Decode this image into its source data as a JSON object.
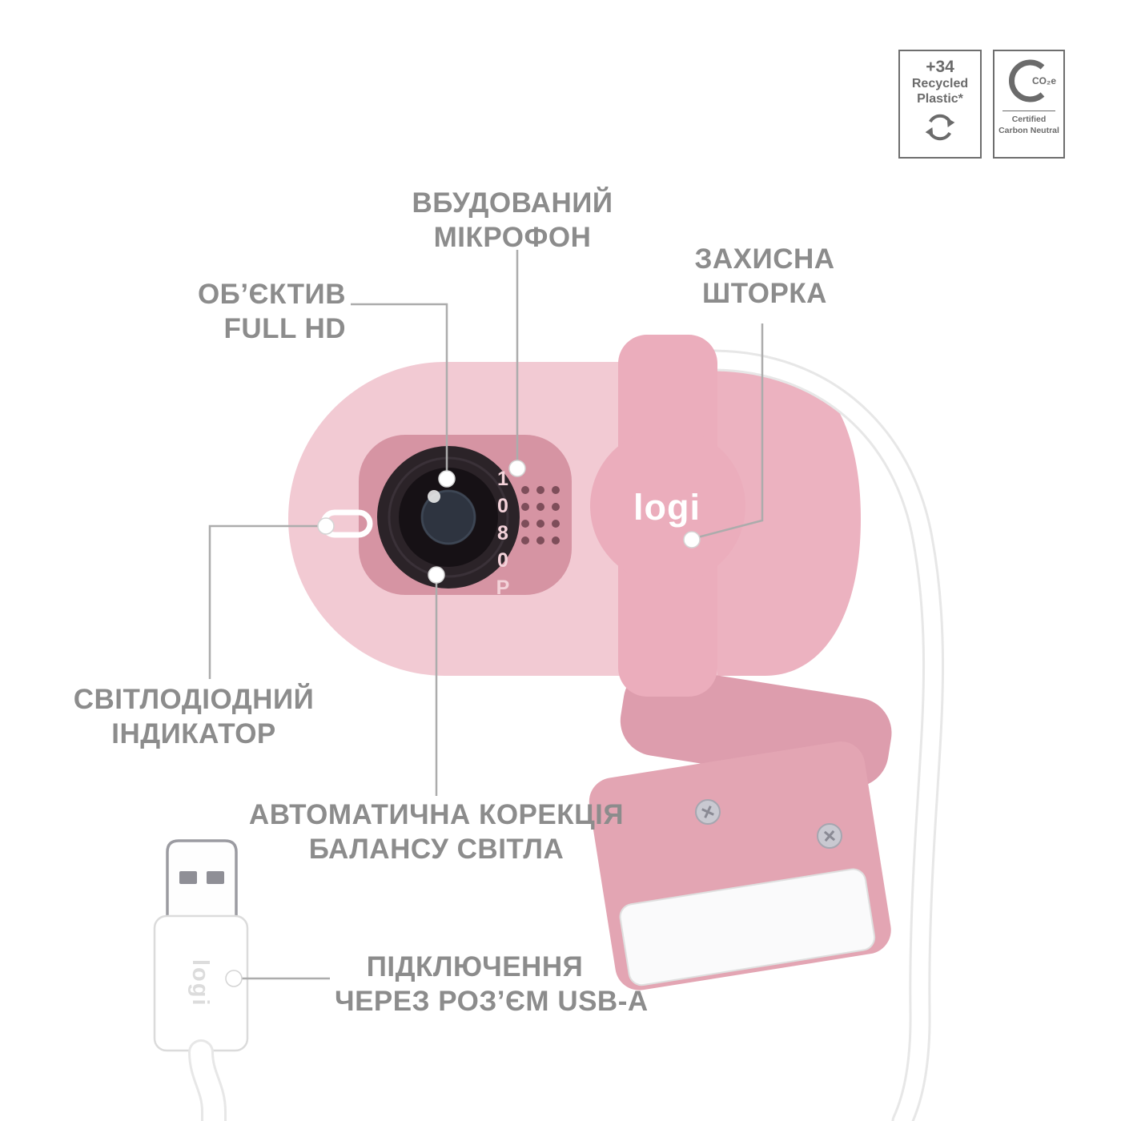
{
  "callouts": {
    "microphone": {
      "line1": "ВБУДОВАНИЙ",
      "line2": "МІКРОФОН"
    },
    "shutter": {
      "line1": "ЗАХИСНА",
      "line2": "ШТОРКА"
    },
    "lens": {
      "line1": "ОБ’ЄКТИВ",
      "line2": "FULL HD"
    },
    "led": {
      "line1": "СВІТЛОДІОДНИЙ",
      "line2": "ІНДИКАТОР"
    },
    "balance": {
      "line1": "АВТОМАТИЧНА КОРЕКЦІЯ",
      "line2": "БАЛАНСУ СВІТЛА"
    },
    "usb": {
      "line1": "ПІДКЛЮЧЕННЯ",
      "line2": "ЧЕРЕЗ РОЗ’ЄМ USB-A"
    }
  },
  "badges": {
    "recycled": {
      "value": "+34",
      "line1": "Recycled",
      "line2": "Plastic*"
    },
    "carbon": {
      "co2e": "CO₂e",
      "line1": "Certified",
      "line2": "Carbon Neutral"
    }
  },
  "product": {
    "brand_logo": "logi",
    "resolution": "1080P",
    "connector_logo": "logi"
  },
  "colors": {
    "body_pink": "#F2CAD3",
    "body_deep_pink": "#ECB2C0",
    "shutter_pink": "#EBADBC",
    "faceplate_pink": "#D694A3",
    "clip_pink": "#E3A5B3",
    "label_gray": "#8C8C8C",
    "callout_line_gray": "#ACACAC",
    "badge_gray": "#6B6B6B"
  }
}
